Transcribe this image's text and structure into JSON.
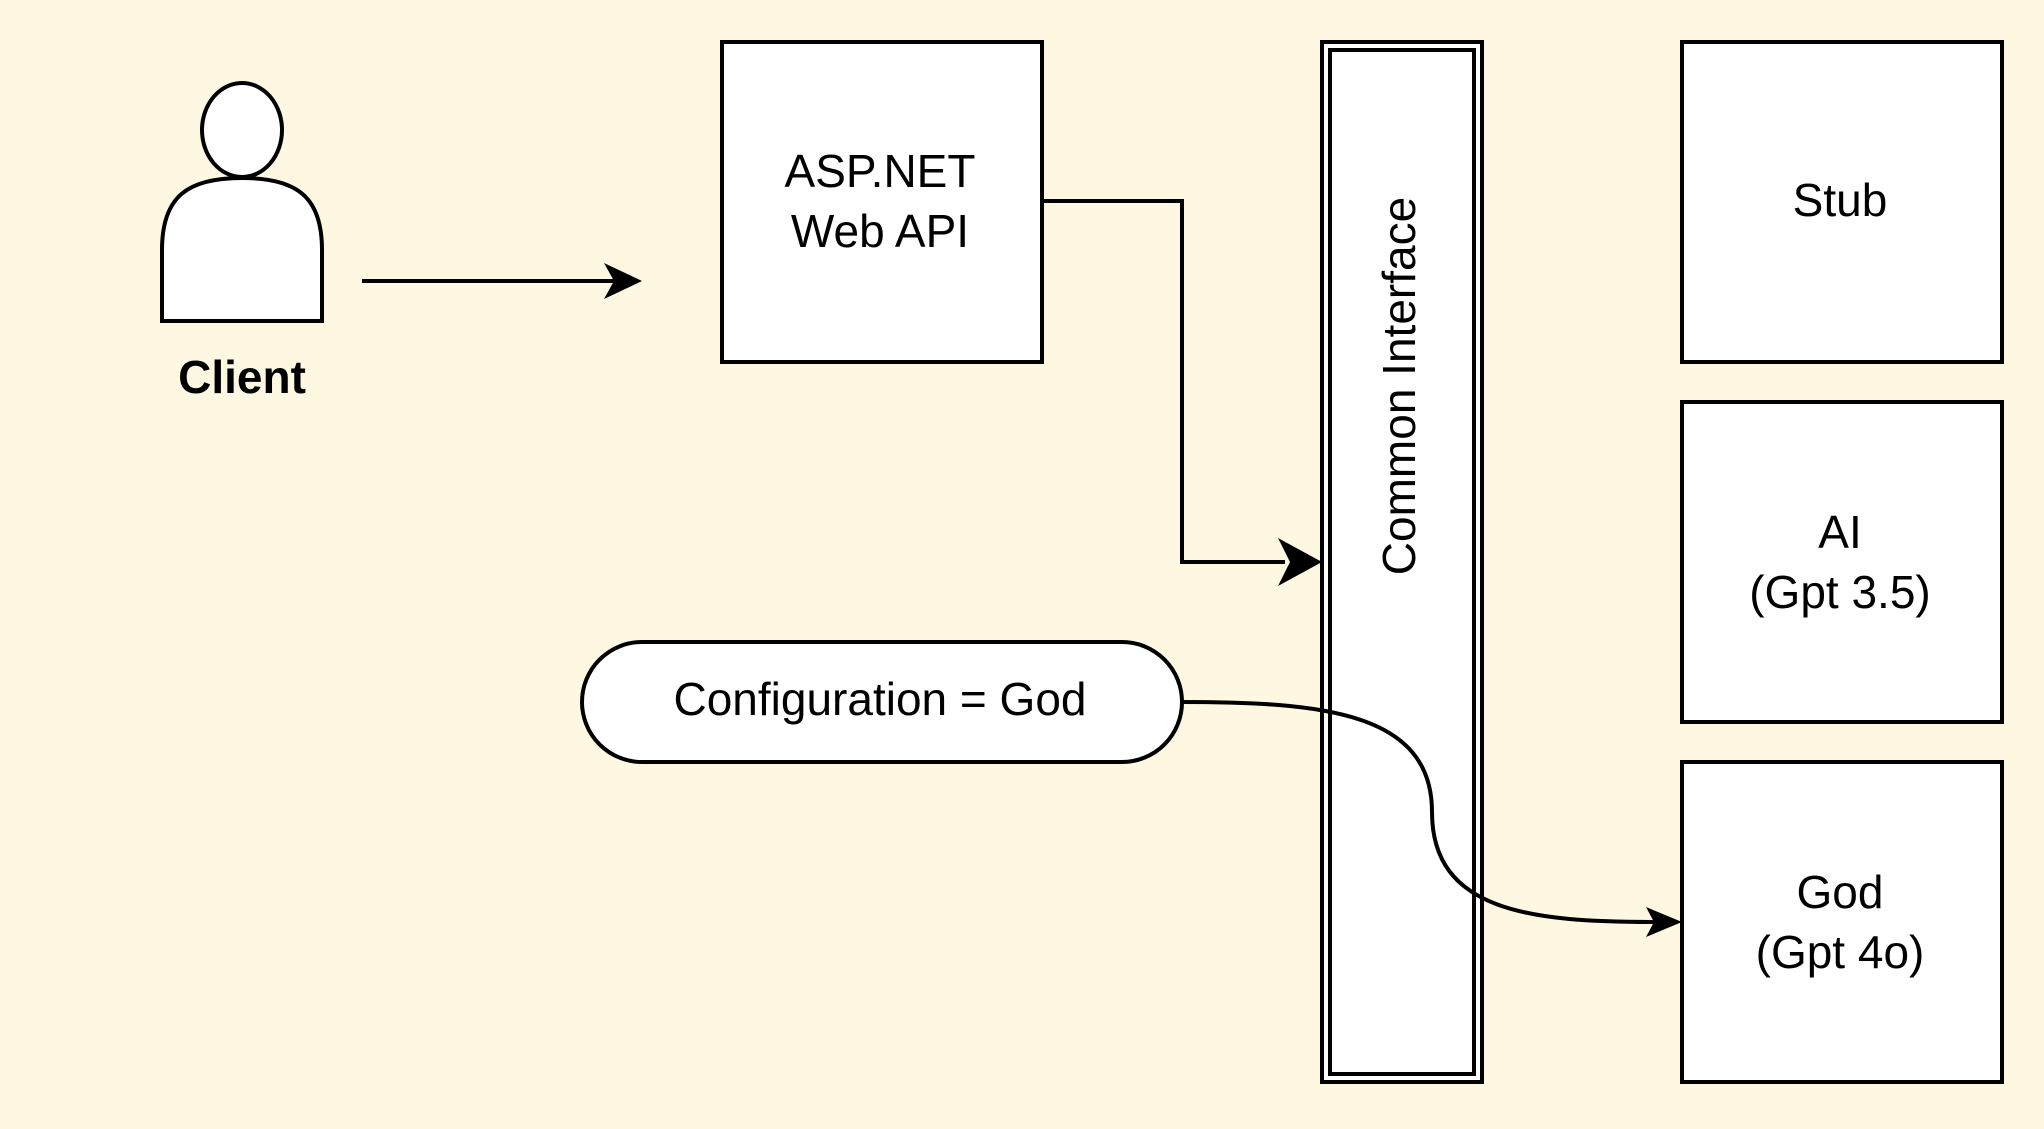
{
  "diagram": {
    "background": "#fef7e1",
    "client": {
      "label": "Client",
      "icon": "user-icon"
    },
    "web_api": {
      "line1": "ASP.NET",
      "line2": "Web API"
    },
    "common_interface": {
      "label": "Common Interface"
    },
    "stub": {
      "label": "Stub"
    },
    "ai": {
      "line1": "AI",
      "line2": "(Gpt 3.5)"
    },
    "god": {
      "line1": "God",
      "line2": "(Gpt 4o)"
    },
    "configuration": {
      "label": "Configuration = God"
    },
    "colors": {
      "stroke": "#000000",
      "box_fill": "#ffffff",
      "background": "#fef7e1"
    }
  }
}
